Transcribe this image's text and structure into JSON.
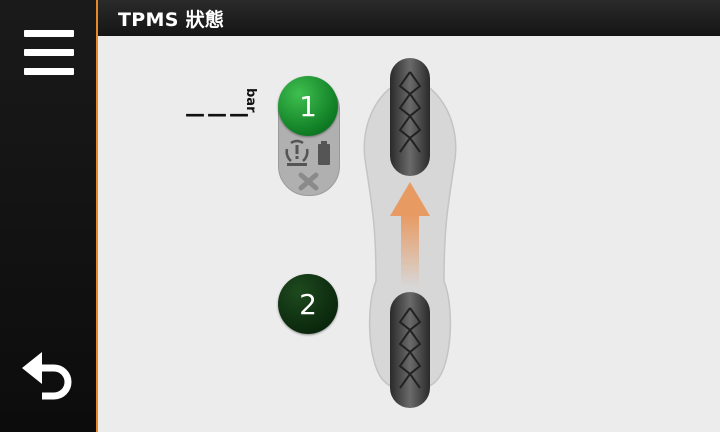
{
  "header": {
    "title": "TPMS 狀態"
  },
  "sidebar": {
    "menu_icon": "hamburger-menu-icon",
    "back_icon": "back-arrow-icon"
  },
  "tires": [
    {
      "number": "1",
      "pressure": "———",
      "unit": "bar",
      "status_icons": [
        "tpms-warning-icon",
        "battery-icon",
        "close-icon"
      ],
      "color": "#1b8a35"
    },
    {
      "number": "2",
      "color": "#0b2d0f"
    }
  ],
  "colors": {
    "accent": "#e8882b",
    "direction_arrow": "#e89a63"
  }
}
